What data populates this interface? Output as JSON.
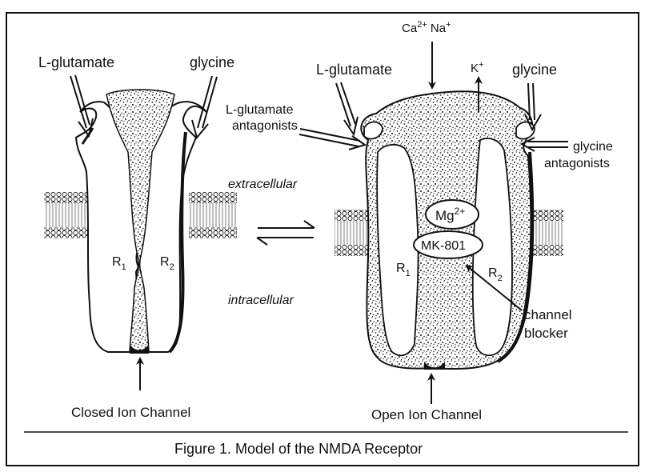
{
  "caption": "Figure 1.  Model of the NMDA Receptor",
  "left": {
    "agonist_left": "L-glutamate",
    "agonist_right": "glycine",
    "subunit_1": "R",
    "subunit_1_sub": "1",
    "subunit_2": "R",
    "subunit_2_sub": "2",
    "state_label": "Closed Ion Channel"
  },
  "right": {
    "agonist_left": "L-glutamate",
    "agonist_right": "glycine",
    "ions_in_ca": "Ca",
    "ions_in_ca_sup": "2+",
    "ions_in_na": "Na",
    "ions_in_na_sup": "+",
    "ion_out_k": "K",
    "ion_out_k_sup": "+",
    "antagonist_left_1": "L-glutamate",
    "antagonist_left_2": "antagonists",
    "antagonist_right_1": "glycine",
    "antagonist_right_2": "antagonists",
    "mg_label": "Mg",
    "mg_sup": "2+",
    "mk_label": "MK-801",
    "blocker_1": "channel",
    "blocker_2": "blocker",
    "subunit_1": "R",
    "subunit_1_sub": "1",
    "subunit_2": "R",
    "subunit_2_sub": "2",
    "state_label": "Open Ion Channel"
  },
  "membrane": {
    "extracellular": "extracellular",
    "intracellular": "intracellular"
  },
  "equilibrium_symbol": "⇌"
}
